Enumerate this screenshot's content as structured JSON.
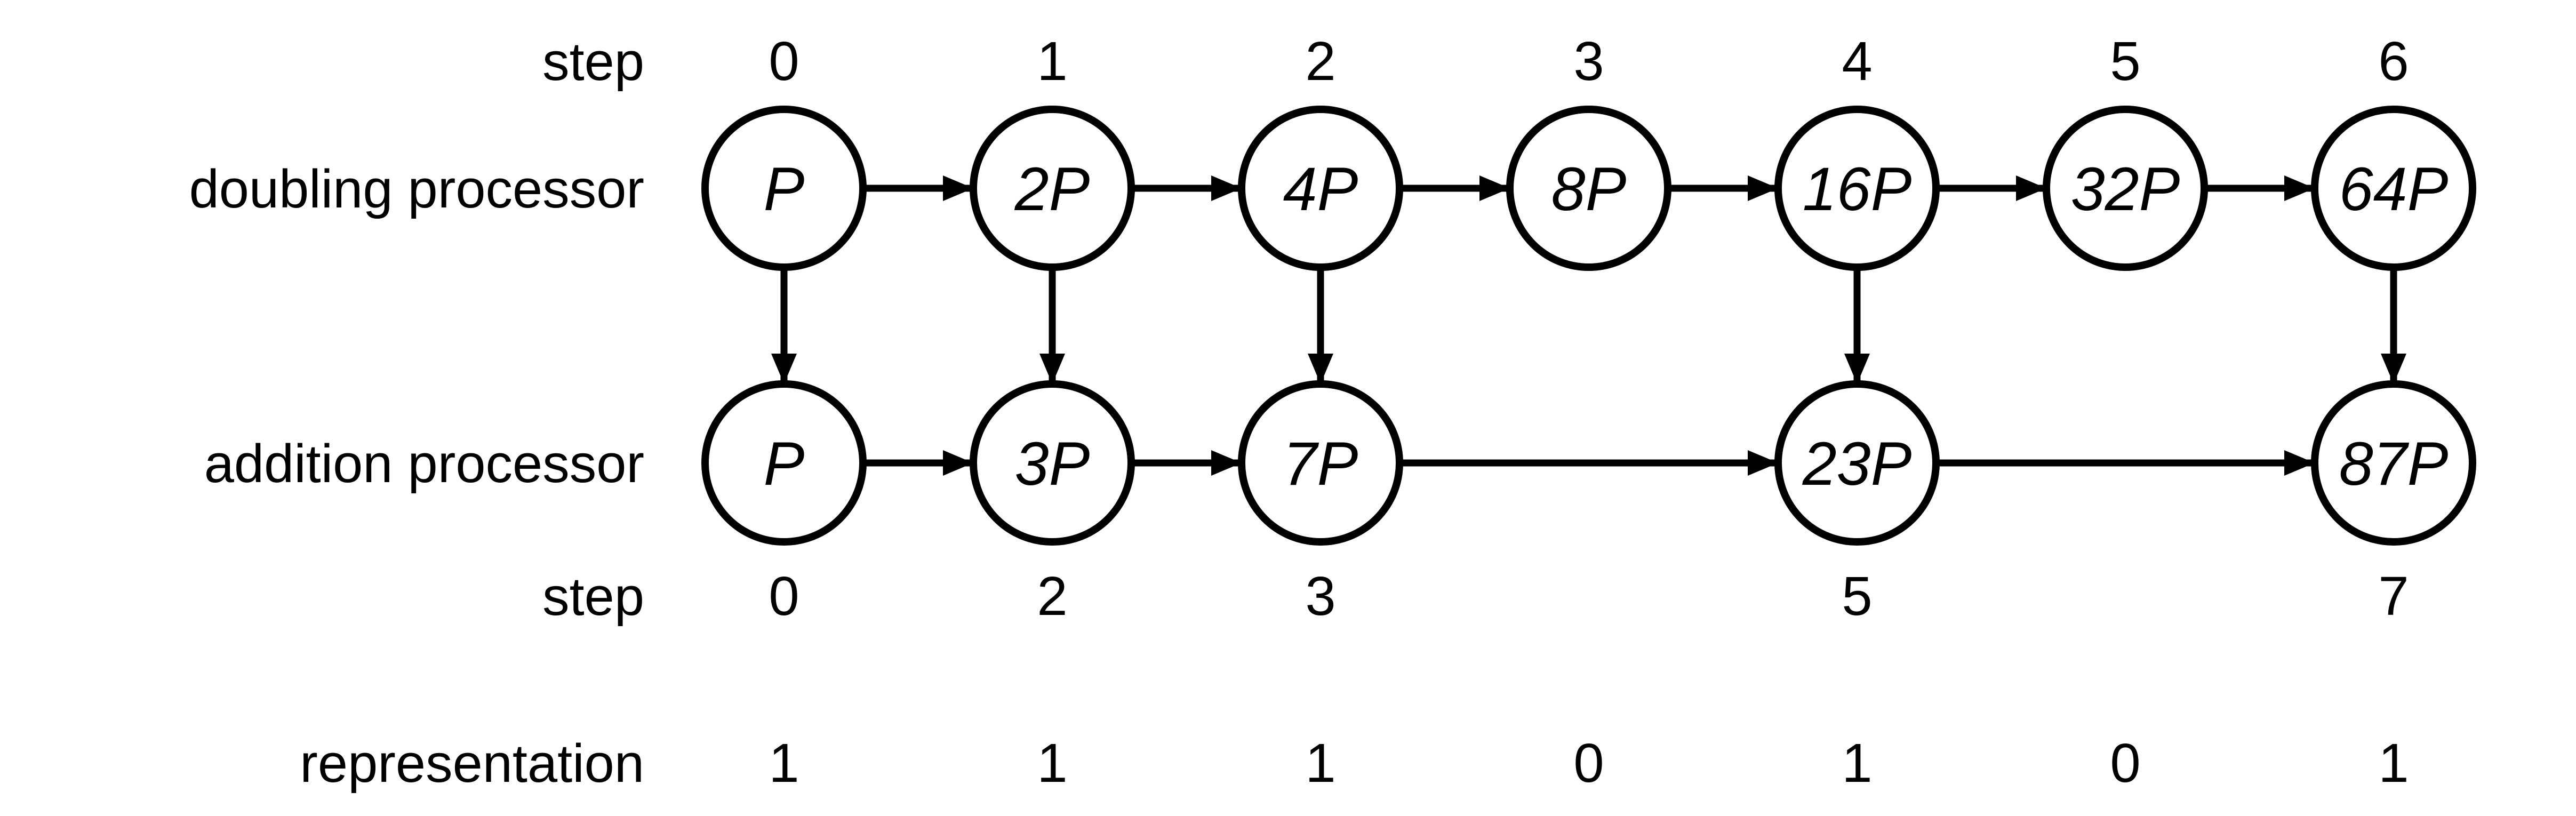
{
  "diagram": {
    "background": "#ffffff",
    "ink": "#000000",
    "row_labels": {
      "step_top": "step",
      "doubling": "doubling processor",
      "addition": "addition processor",
      "step_bottom": "step",
      "representation": "representation"
    },
    "top_steps": [
      "0",
      "1",
      "2",
      "3",
      "4",
      "5",
      "6"
    ],
    "doubling_nodes": [
      "P",
      "2P",
      "4P",
      "8P",
      "16P",
      "32P",
      "64P"
    ],
    "addition_nodes": [
      "P",
      "3P",
      "7P",
      "23P",
      "87P"
    ],
    "bottom_steps": [
      "0",
      "2",
      "3",
      "5",
      "7"
    ],
    "representation_bits": [
      "1",
      "1",
      "1",
      "0",
      "1",
      "0",
      "1"
    ]
  }
}
